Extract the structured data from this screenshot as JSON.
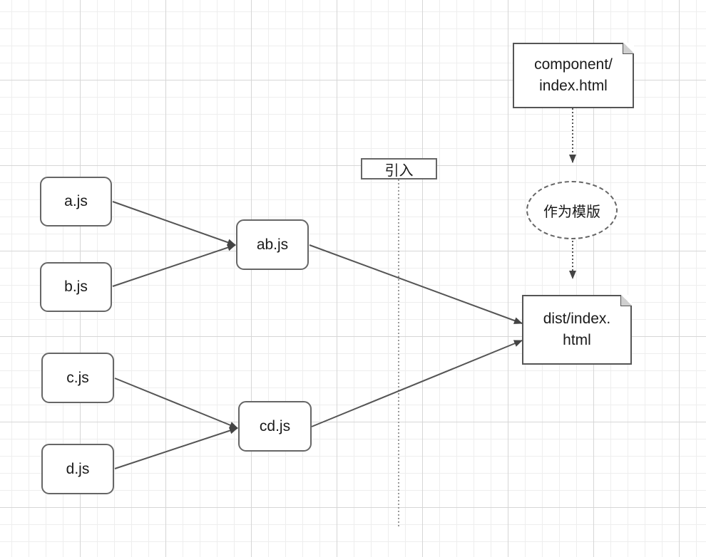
{
  "nodes": {
    "a": "a.js",
    "b": "b.js",
    "ab": "ab.js",
    "c": "c.js",
    "d": "d.js",
    "cd": "cd.js",
    "component": "component/\nindex.html",
    "dist": "dist/index.\nhtml"
  },
  "template_label": "作为模版",
  "lifeline_label": "引入",
  "colors": {
    "stroke": "#666666",
    "arrow": "#444444",
    "grid_major": "#d6d6d6",
    "grid_minor": "#eeeeee"
  }
}
